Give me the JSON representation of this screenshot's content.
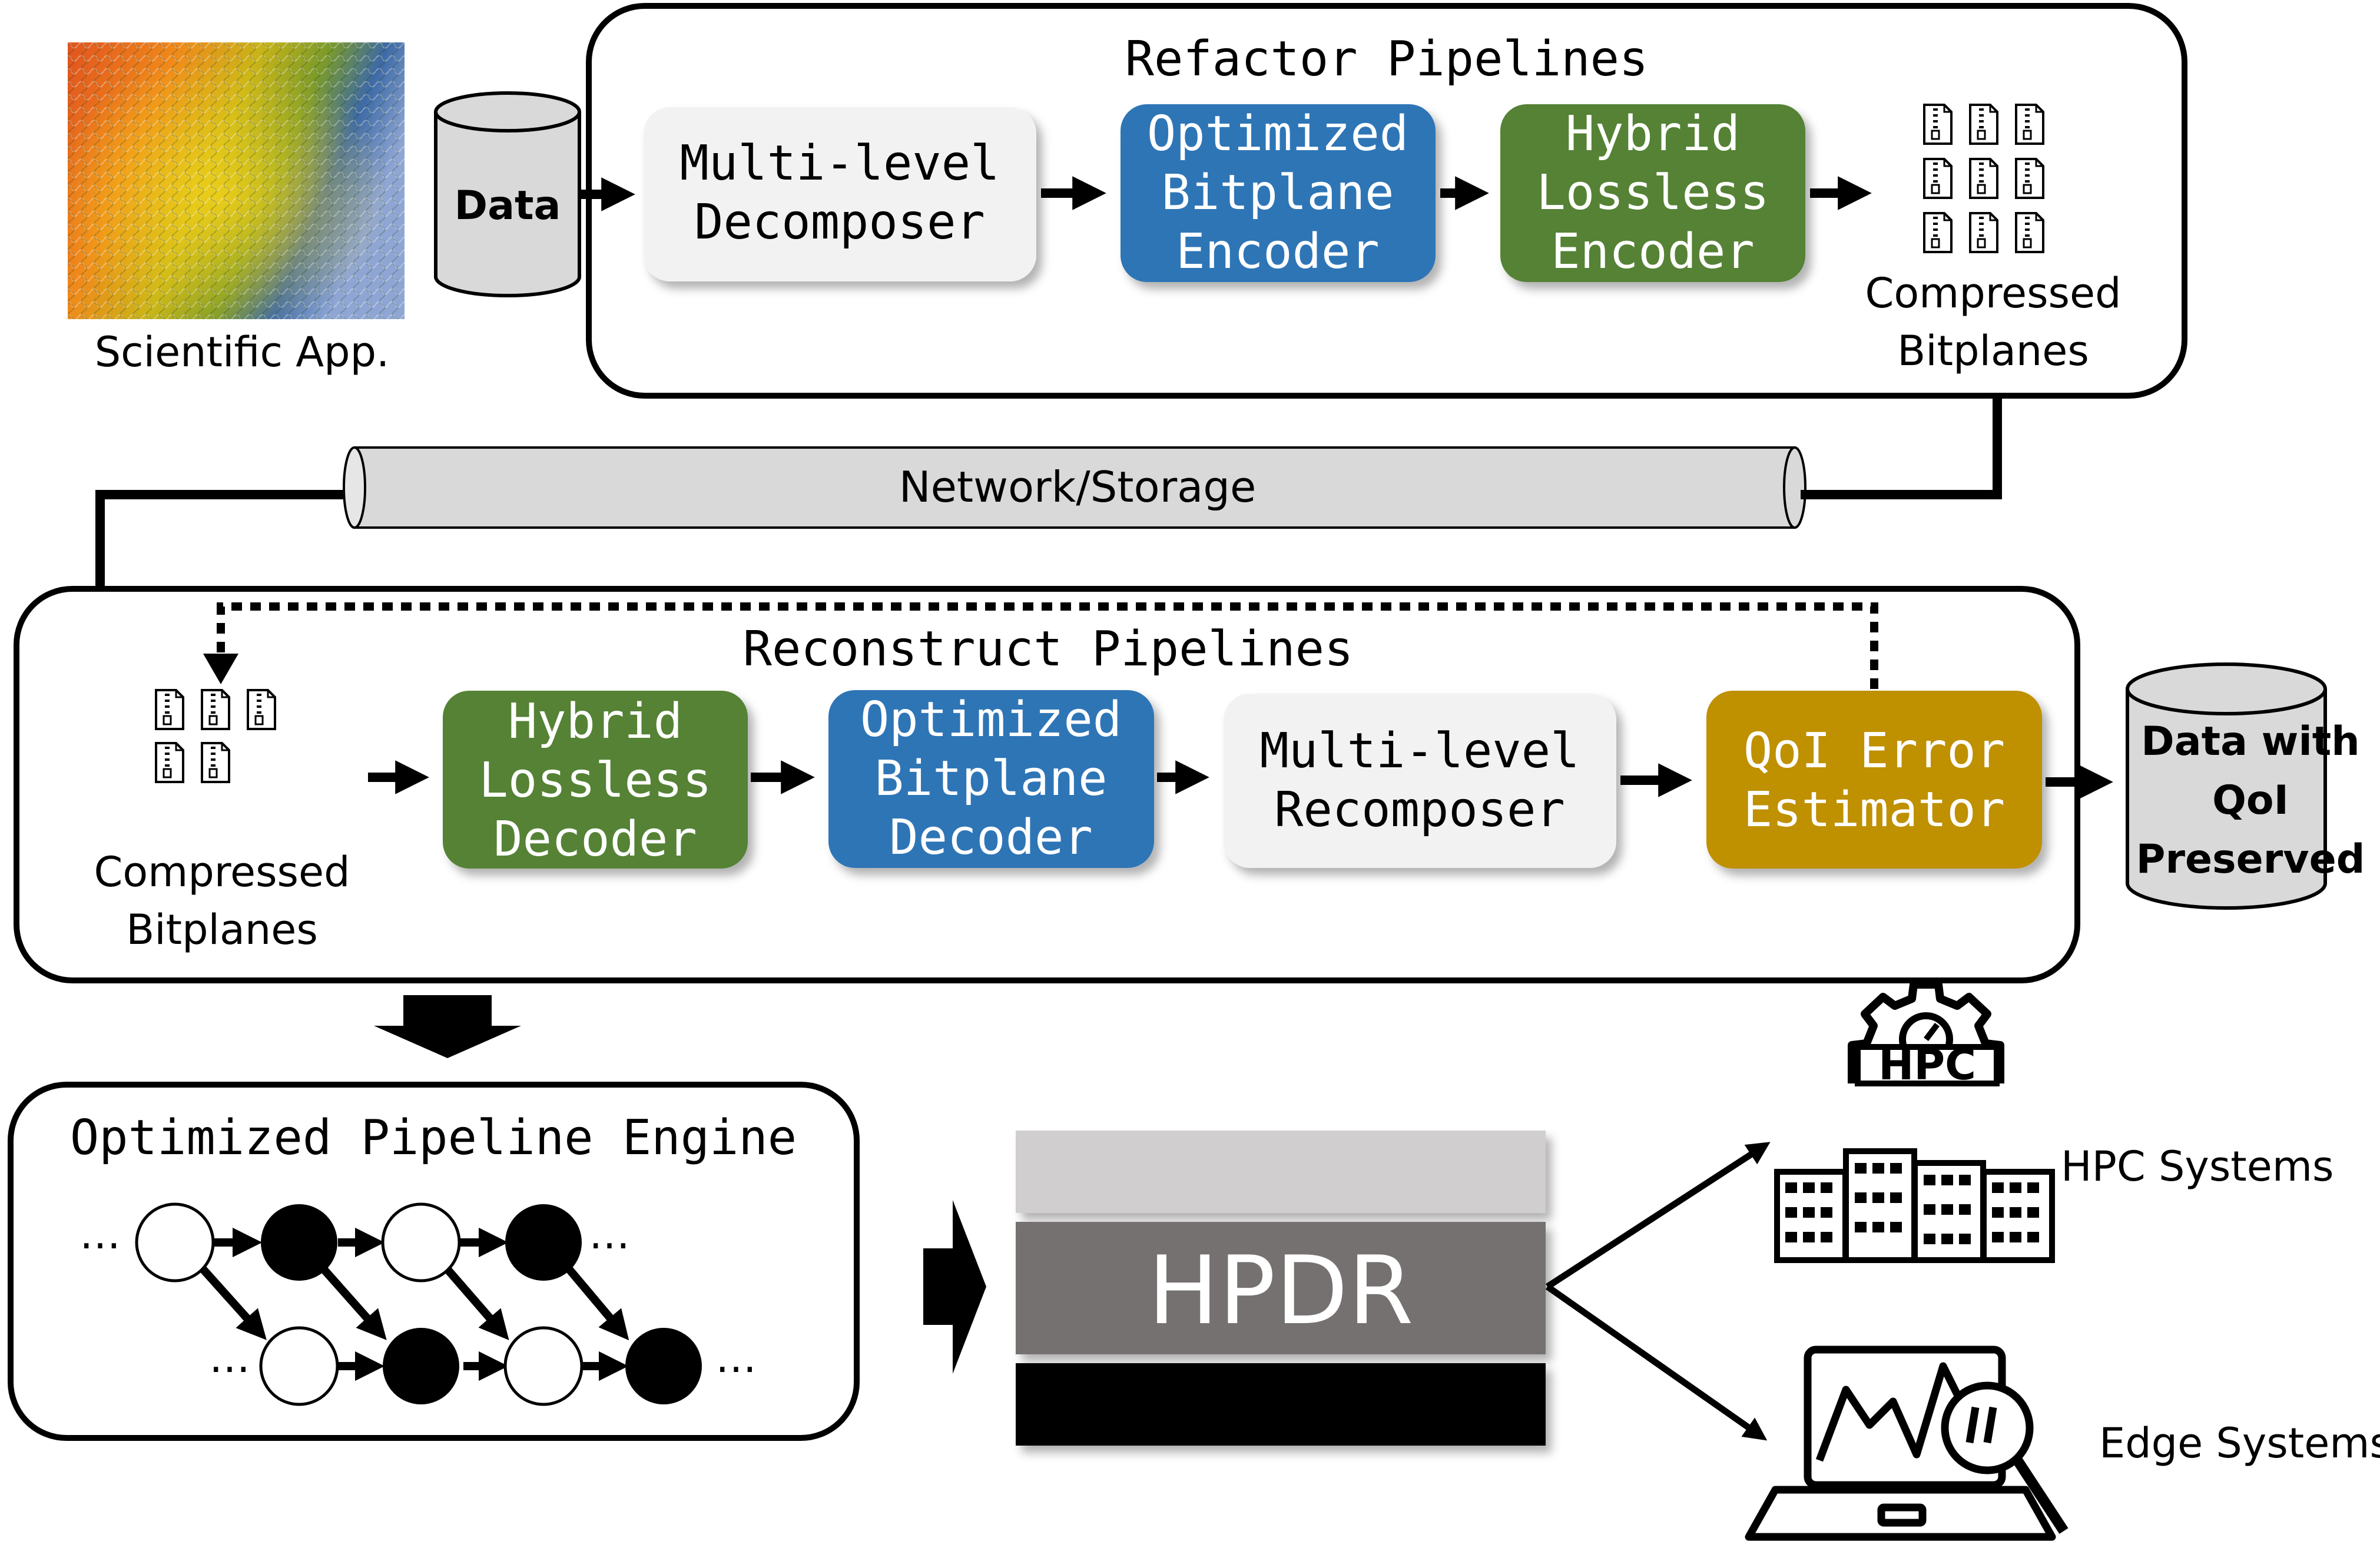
{
  "scientific_app": {
    "label": "Scientific App."
  },
  "data_cylinder": {
    "label": "Data"
  },
  "refactor": {
    "title": "Refactor Pipelines",
    "decomposer": [
      "Multi-level",
      "Decomposer"
    ],
    "encoder": [
      "Optimized",
      "Bitplane",
      "Encoder"
    ],
    "lossless_encoder": [
      "Hybrid",
      "Lossless",
      "Encoder"
    ],
    "output": [
      "Compressed",
      "Bitplanes"
    ]
  },
  "network": {
    "label": "Network/Storage"
  },
  "reconstruct": {
    "title": "Reconstruct Pipelines",
    "input": [
      "Compressed",
      "Bitplanes"
    ],
    "lossless_decoder": [
      "Hybrid",
      "Lossless",
      "Decoder"
    ],
    "decoder": [
      "Optimized",
      "Bitplane",
      "Decoder"
    ],
    "recomposer": [
      "Multi-level",
      "Recomposer"
    ],
    "qoi": [
      "QoI Error",
      "Estimator"
    ]
  },
  "output_cylinder": {
    "lines": [
      "Data with",
      "QoI",
      "Preserved"
    ]
  },
  "engine": {
    "title": "Optimized Pipeline Engine",
    "ellipsis": "…"
  },
  "hpdr": {
    "label": "HPDR"
  },
  "targets": {
    "hpc_badge": "HPC",
    "hpc": "HPC Systems",
    "edge": "Edge Systems"
  },
  "colors": {
    "blue": "#2e75b6",
    "green": "#548235",
    "gold": "#bf9000",
    "light": "#f2f2f2",
    "gray_top": "#d0cece",
    "gray_mid": "#767171",
    "black": "#000000"
  }
}
